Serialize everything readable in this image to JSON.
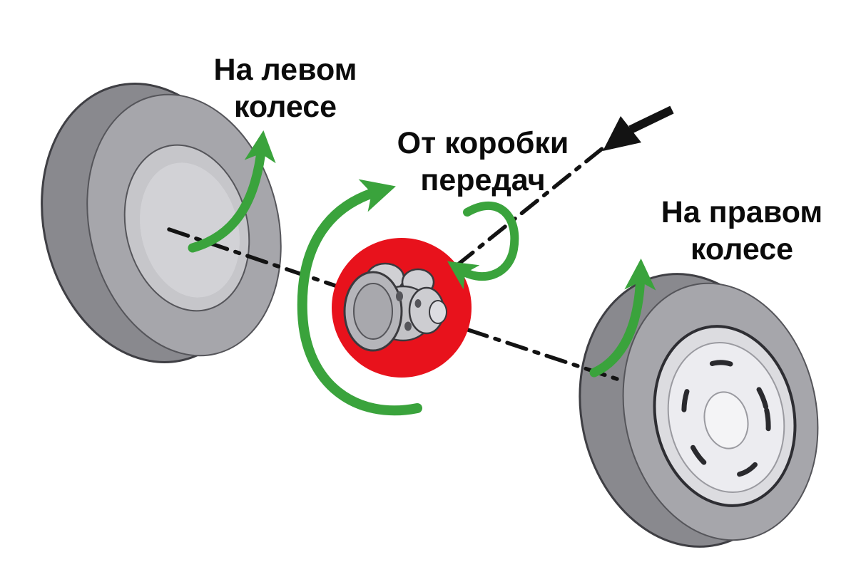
{
  "diagram": {
    "type": "automotive-differential-rotation-diagram",
    "labels": {
      "left_wheel": {
        "line1": "На левом",
        "line2": "колесе"
      },
      "gearbox": {
        "line1": "От коробки",
        "line2": "передач"
      },
      "right_wheel": {
        "line1": "На правом",
        "line2": "колесе"
      }
    },
    "elements": [
      {
        "name": "left-wheel",
        "kind": "tire"
      },
      {
        "name": "right-wheel",
        "kind": "tire-with-hubcap"
      },
      {
        "name": "differential-unit",
        "kind": "highlighted-part"
      },
      {
        "name": "axle-centerline",
        "kind": "dash-dot-line"
      },
      {
        "name": "gearbox-input-shaft",
        "kind": "dash-dot-line-with-black-arrow"
      },
      {
        "name": "rotation-arrows",
        "kind": "green-curved-arrows",
        "count": 4
      }
    ],
    "colors": {
      "background": "#ffffff",
      "arrow_green": "#3aa33c",
      "highlight_red": "#e8121c",
      "tire_gray": "#a6a6ab",
      "tire_side_gray": "#89898e",
      "hub_gray": "#c6c6ca",
      "line_black": "#131313",
      "text_black": "#0b0b0b"
    }
  }
}
